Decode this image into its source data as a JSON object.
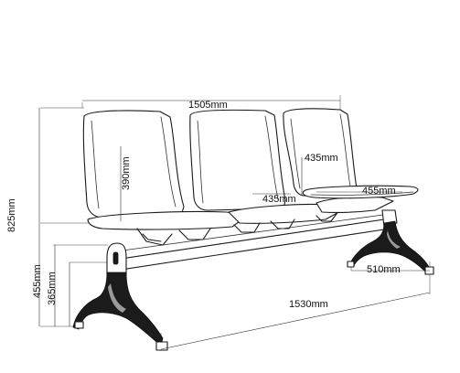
{
  "diagram": {
    "dimensions": {
      "overall_width_top": "1505mm",
      "overall_width_base": "1530mm",
      "back_height": "390mm",
      "back_side_height": "435mm",
      "seat_depth": "435mm",
      "table_depth": "455mm",
      "leg_depth": "510mm",
      "total_height": "825mm",
      "seat_height": "455mm",
      "beam_height": "365mm"
    },
    "colors": {
      "line": "#1a1a1a",
      "leg_fill": "#1b1b1b",
      "background": "#ffffff"
    }
  }
}
